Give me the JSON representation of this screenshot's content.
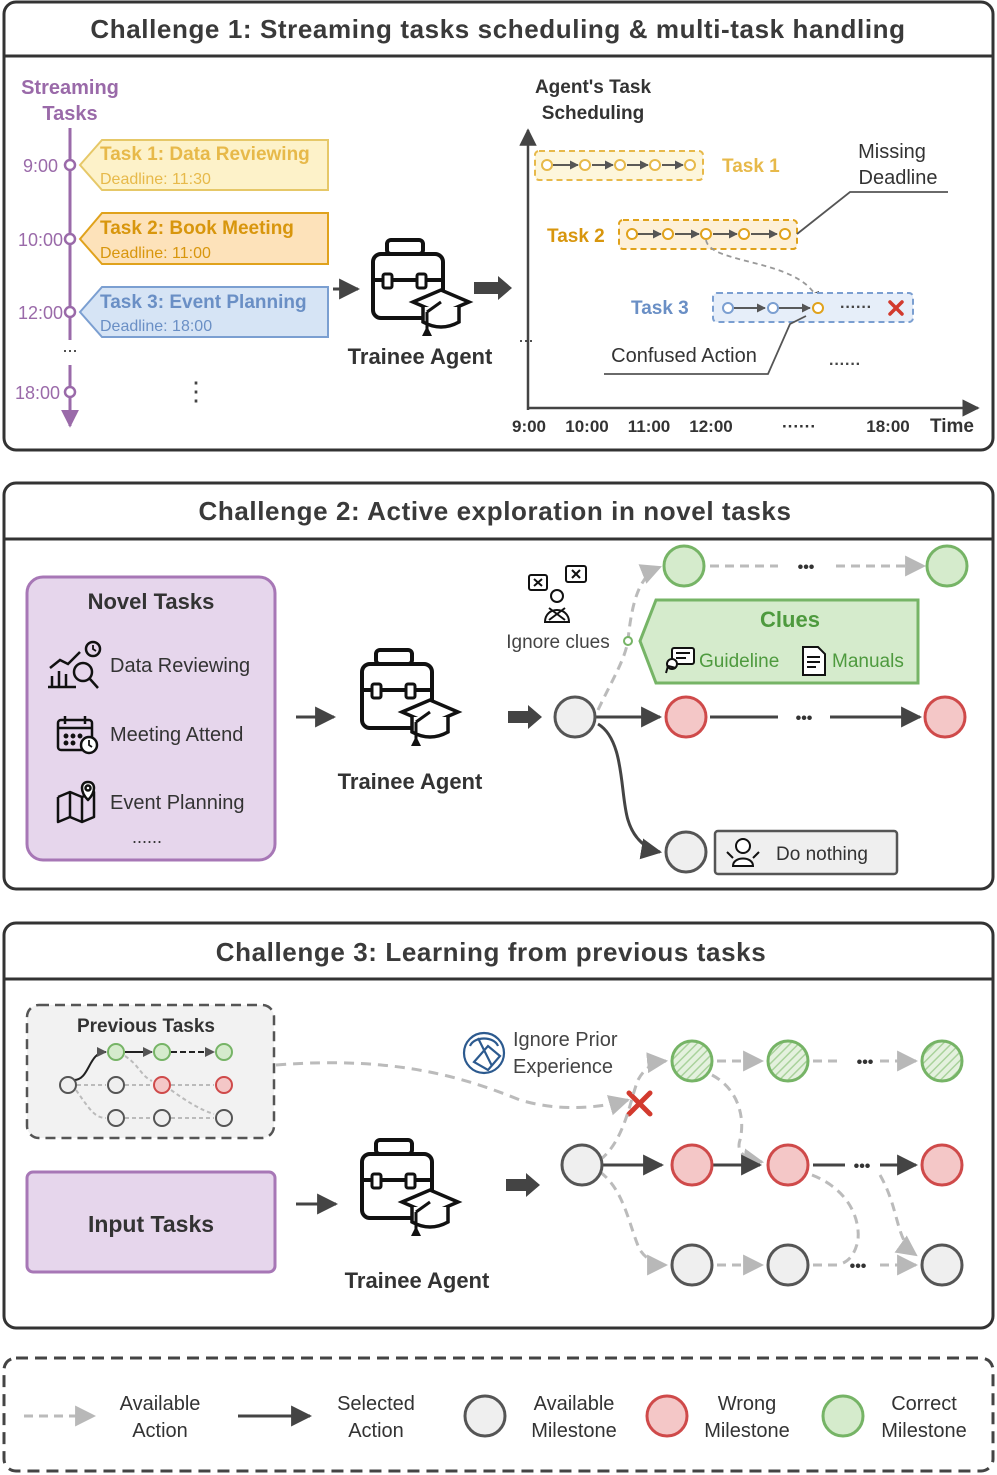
{
  "colors": {
    "purple": "#9a6aa9",
    "yellow_fill": "#fdf2c9",
    "yellow_stroke": "#e6c868",
    "yellow_text": "#e7b94a",
    "orange_fill": "#fde2ba",
    "orange_stroke": "#e0a21c",
    "orange_text": "#d8960d",
    "blue_fill": "#d6e4f5",
    "blue_stroke": "#7b9fd1",
    "blue_text": "#6a8fc5",
    "green_fill": "#d5ebcc",
    "green_stroke": "#76b466",
    "green_text": "#4e9a3e",
    "red_fill": "#f4c7c7",
    "red_stroke": "#cf4a4a",
    "gray_fill": "#efefef",
    "gray_stroke": "#555555",
    "novel_fill": "#e6d6ec",
    "novel_stroke": "#a777b6"
  },
  "icons": [
    "briefcase-graduation-icon",
    "ignore-user-icon",
    "guideline-icon",
    "manuals-icon",
    "shrug-user-icon",
    "ignore-experience-icon",
    "data-review-icon",
    "calendar-clock-icon",
    "map-pin-icon",
    "cross-icon"
  ],
  "c1": {
    "title": "Challenge 1: Streaming tasks scheduling & multi-task handling",
    "streaming_line1": "Streaming",
    "streaming_line2": "Tasks",
    "times": [
      "9:00",
      "10:00",
      "12:00",
      "18:00"
    ],
    "ellipsis_v": "...",
    "ellipsis_dots": "⋮",
    "task1_title": "Task 1: Data Reviewing",
    "task1_deadline": "Deadline: 11:30",
    "task2_title": "Task 2: Book Meeting",
    "task2_deadline": "Deadline: 11:00",
    "task3_title": "Task 3: Event Planning",
    "task3_deadline": "Deadline: 18:00",
    "agent_label": "Trainee Agent",
    "sched_line1": "Agent's Task",
    "sched_line2": "Scheduling",
    "task1_label": "Task 1",
    "task2_label": "Task 2",
    "task3_label": "Task 3",
    "missing_line1": "Missing",
    "missing_line2": "Deadline",
    "confused": "Confused Action",
    "axis_ticks": [
      "9:00",
      "10:00",
      "11:00",
      "12:00",
      "······",
      "18:00"
    ],
    "axis_label": "Time",
    "y_ellipsis": "...",
    "inner_dots": "······",
    "inner_dots2": "······"
  },
  "c2": {
    "title": "Challenge 2: Active exploration in novel tasks",
    "novel_title": "Novel Tasks",
    "items": [
      "Data Reviewing",
      "Meeting Attend",
      "Event Planning"
    ],
    "more": "......",
    "agent_label": "Trainee Agent",
    "ignore_clues": "Ignore clues",
    "clues_title": "Clues",
    "guideline": "Guideline",
    "manuals": "Manuals",
    "do_nothing": "Do nothing",
    "dots": "•••"
  },
  "c3": {
    "title": "Challenge 3: Learning from previous tasks",
    "previous": "Previous Tasks",
    "input": "Input Tasks",
    "agent_label": "Trainee Agent",
    "ignore_line1": "Ignore Prior",
    "ignore_line2": "Experience",
    "dots": "•••"
  },
  "legend": {
    "available_action_1": "Available",
    "available_action_2": "Action",
    "selected_action_1": "Selected",
    "selected_action_2": "Action",
    "available_ms_1": "Available",
    "available_ms_2": "Milestone",
    "wrong_ms_1": "Wrong",
    "wrong_ms_2": "Milestone",
    "correct_ms_1": "Correct",
    "correct_ms_2": "Milestone"
  }
}
